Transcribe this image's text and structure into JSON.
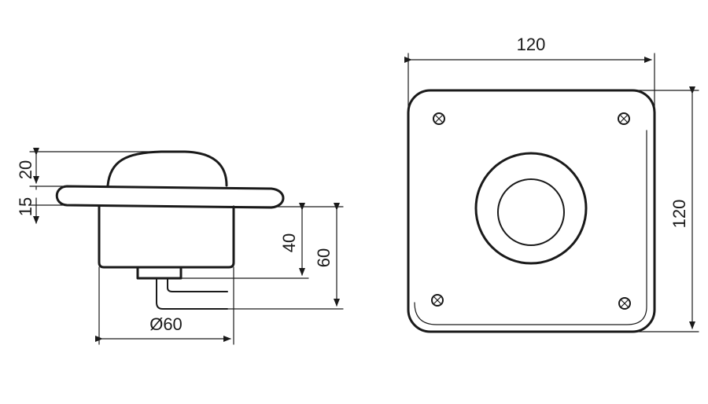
{
  "side_view": {
    "dim_15": "15",
    "dim_20": "20",
    "dim_40": "40",
    "dim_60": "60",
    "dim_diameter": "Ø60"
  },
  "front_view": {
    "dim_width": "120",
    "dim_height": "120"
  },
  "colors": {
    "stroke": "#1a1a1a",
    "background": "#ffffff"
  }
}
